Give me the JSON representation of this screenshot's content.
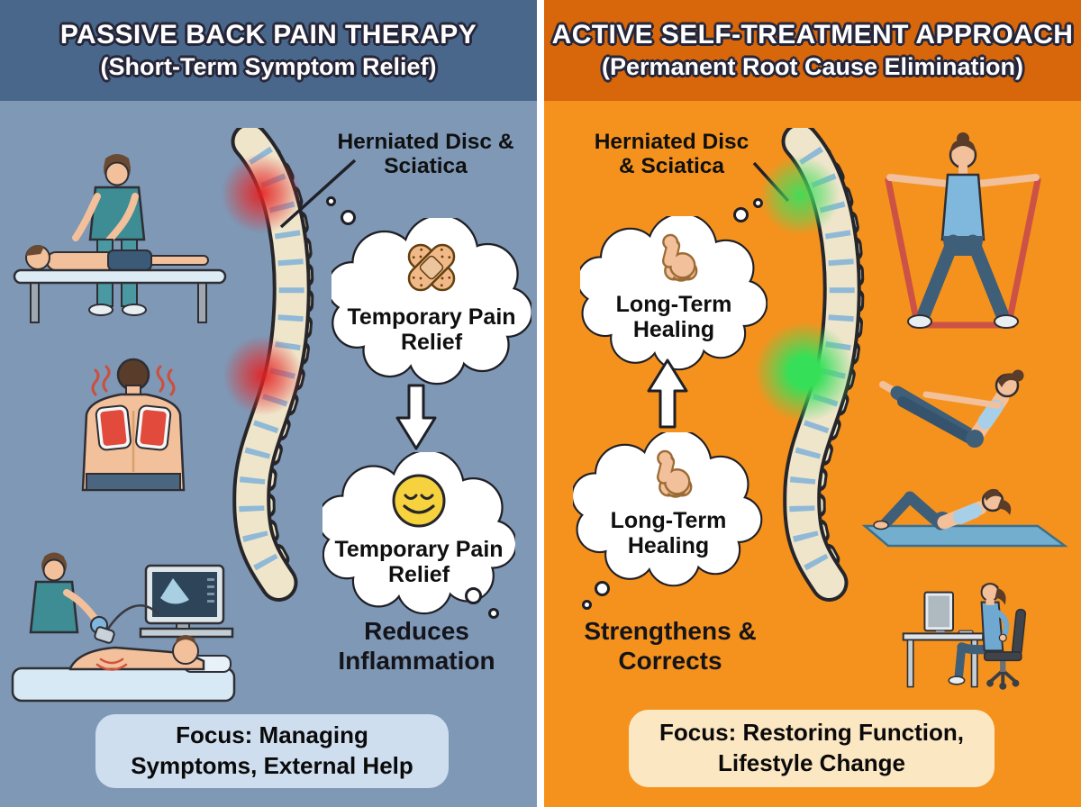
{
  "left": {
    "theme": {
      "bg": "#7E98B6",
      "header_bg": "#49678A",
      "focus_bg": "#CFDEEE",
      "pain_highlight": "#E02A2A"
    },
    "header": {
      "title": "PASSIVE BACK PAIN THERAPY",
      "subtitle": "(Short-Term Symptom Relief)"
    },
    "spine_label": "Herniated Disc & Sciatica",
    "cloud1": {
      "icon": "bandage-icon",
      "text": "Temporary Pain Relief"
    },
    "cloud2": {
      "icon": "smiley-icon",
      "text": "Temporary Pain Relief"
    },
    "caption": "Reduces Inflammation",
    "focus": {
      "label": "Focus:",
      "text": " Managing Symptoms, External Help"
    },
    "illustrations": [
      "massage-therapy",
      "heat-pad-therapy",
      "ultrasound-therapy"
    ]
  },
  "right": {
    "theme": {
      "bg": "#F5921D",
      "header_bg": "#D8660B",
      "focus_bg": "#FCE7C3",
      "healing_highlight": "#3ADE5C"
    },
    "header": {
      "title": "ACTIVE SELF-TREATMENT APPROACH",
      "subtitle": "(Permanent Root Cause Elimination)"
    },
    "spine_label": "Herniated Disc & Sciatica",
    "cloud1": {
      "icon": "bicep-icon",
      "text": "Long-Term Healing"
    },
    "cloud2": {
      "icon": "bicep-icon",
      "text": "Long-Term Healing"
    },
    "caption": "Strengthens & Corrects",
    "focus": {
      "label": "Focus:",
      "text": " Restoring Function, Lifestyle Change"
    },
    "illustrations": [
      "resistance-band-exercise",
      "boat-pose-exercise",
      "crunch-exercise",
      "ergonomic-desk-posture"
    ]
  }
}
